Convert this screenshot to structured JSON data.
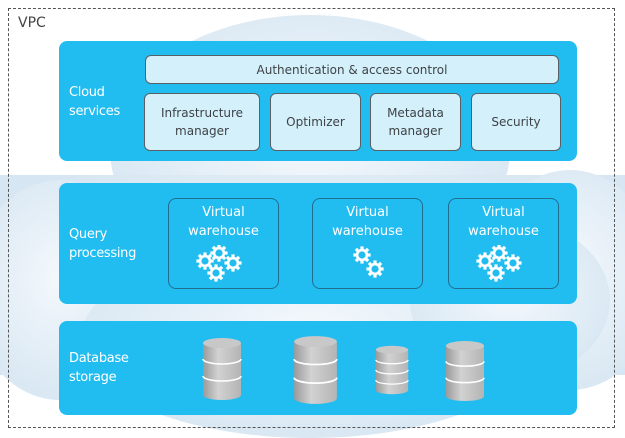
{
  "vpc": {
    "label": "VPC"
  },
  "cloud_services": {
    "title": "Cloud\nservices",
    "auth_label": "Authentication & access control",
    "services": [
      {
        "label": "Infrastructure\nmanager"
      },
      {
        "label": "Optimizer"
      },
      {
        "label": "Metadata\nmanager"
      },
      {
        "label": "Security"
      }
    ]
  },
  "query_processing": {
    "title": "Query\nprocessing",
    "warehouses": [
      {
        "label": "Virtual\nwarehouse",
        "gear_icon": "gears-cluster-icon",
        "gear_count": 4
      },
      {
        "label": "Virtual\nwarehouse",
        "gear_icon": "gears-pair-icon",
        "gear_count": 2
      },
      {
        "label": "Virtual\nwarehouse",
        "gear_icon": "gears-cluster-icon",
        "gear_count": 4
      }
    ]
  },
  "database_storage": {
    "title": "Database\nstorage",
    "databases": [
      {
        "icon": "database-cylinder-icon"
      },
      {
        "icon": "database-cylinder-icon"
      },
      {
        "icon": "database-cylinder-icon"
      },
      {
        "icon": "database-cylinder-icon"
      }
    ]
  },
  "colors": {
    "layer": "#22bdf0",
    "service_fill": "#d4f1fb",
    "service_border": "#5a5f63",
    "cloud": "#dceaf5"
  }
}
